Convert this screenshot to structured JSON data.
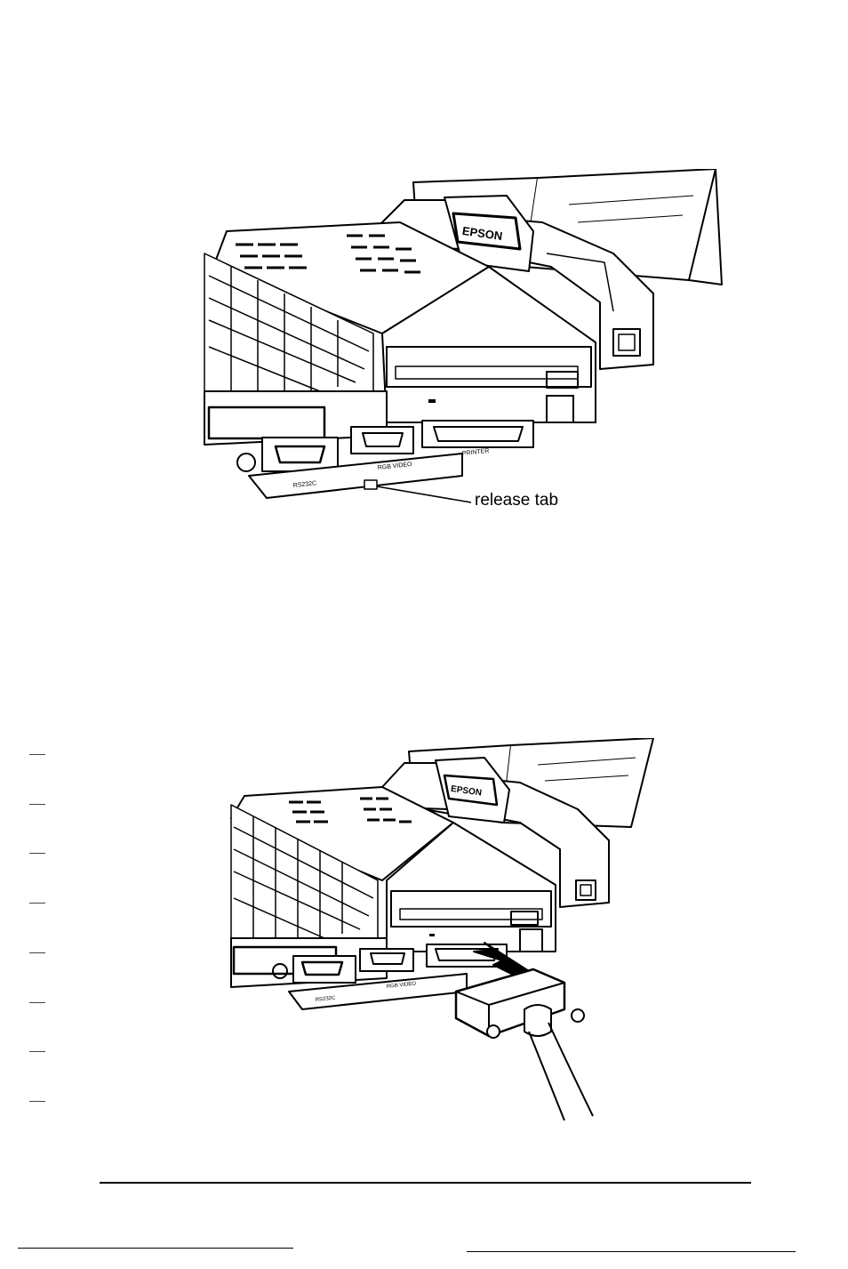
{
  "figure_top": {
    "callout_label": "release tab",
    "brand_label": "EPSON",
    "port_labels": [
      "RS232C",
      "RGB VIDEO",
      "PRINTER"
    ]
  },
  "figure_bottom": {
    "brand_label": "EPSON",
    "port_labels": [
      "RS232C",
      "RGB VIDEO"
    ]
  }
}
